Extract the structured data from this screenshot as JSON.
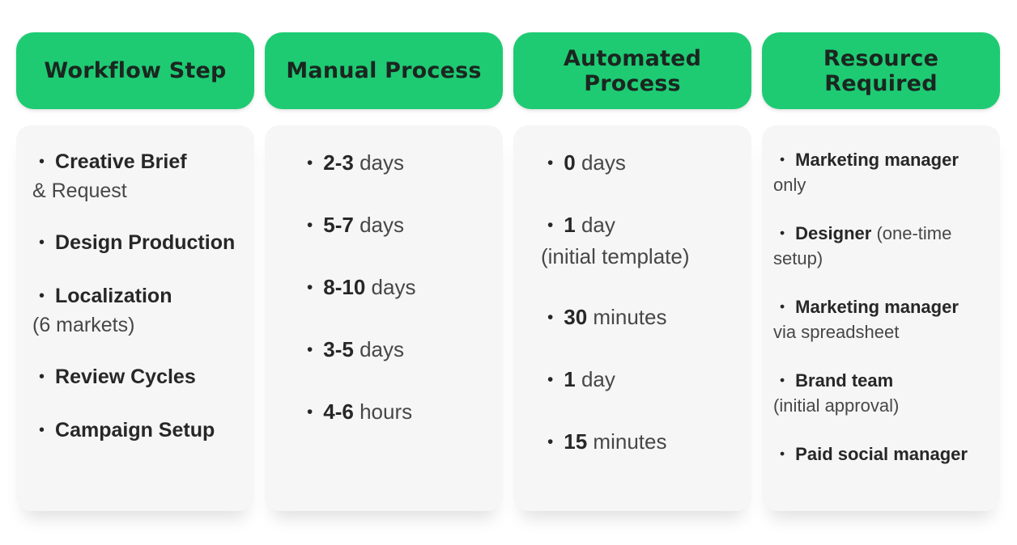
{
  "colors": {
    "page_bg": "#ffffff",
    "header_bg": "#1ecb73",
    "header_text": "#1b2620",
    "card_bg": "#f6f6f6",
    "text_strong": "#272727",
    "text_light": "#474747"
  },
  "table": {
    "bullet": "•",
    "columns": [
      {
        "id": "workflow-step",
        "header_lines": [
          "Workflow Step"
        ],
        "items": [
          {
            "lines": [
              [
                {
                  "t": "Creative Brief",
                  "em": true
                }
              ],
              [
                {
                  "t": "& Request",
                  "em": false
                }
              ]
            ]
          },
          {
            "lines": [
              [
                {
                  "t": "Design Production",
                  "em": true
                }
              ]
            ]
          },
          {
            "lines": [
              [
                {
                  "t": "Localization",
                  "em": true
                }
              ],
              [
                {
                  "t": "(6 markets)",
                  "em": false
                }
              ]
            ]
          },
          {
            "lines": [
              [
                {
                  "t": "Review Cycles",
                  "em": true
                }
              ]
            ]
          },
          {
            "lines": [
              [
                {
                  "t": "Campaign Setup",
                  "em": true
                }
              ]
            ]
          }
        ]
      },
      {
        "id": "manual-process",
        "header_lines": [
          "Manual Process"
        ],
        "items": [
          {
            "lines": [
              [
                {
                  "t": "2-3",
                  "em": true
                },
                {
                  "t": " days",
                  "em": false
                }
              ]
            ]
          },
          {
            "lines": [
              [
                {
                  "t": "5-7",
                  "em": true
                },
                {
                  "t": " days",
                  "em": false
                }
              ]
            ]
          },
          {
            "lines": [
              [
                {
                  "t": "8-10",
                  "em": true
                },
                {
                  "t": " days",
                  "em": false
                }
              ]
            ]
          },
          {
            "lines": [
              [
                {
                  "t": "3-5",
                  "em": true
                },
                {
                  "t": " days",
                  "em": false
                }
              ]
            ]
          },
          {
            "lines": [
              [
                {
                  "t": "4-6",
                  "em": true
                },
                {
                  "t": " hours",
                  "em": false
                }
              ]
            ]
          }
        ]
      },
      {
        "id": "automated-process",
        "header_lines": [
          "Automated",
          "Process"
        ],
        "items": [
          {
            "lines": [
              [
                {
                  "t": "0",
                  "em": true
                },
                {
                  "t": " days",
                  "em": false
                }
              ]
            ]
          },
          {
            "lines": [
              [
                {
                  "t": "1",
                  "em": true
                },
                {
                  "t": " day",
                  "em": false
                }
              ],
              [
                {
                  "t": "(initial template)",
                  "em": false
                }
              ]
            ]
          },
          {
            "lines": [
              [
                {
                  "t": "30",
                  "em": true
                },
                {
                  "t": " minutes",
                  "em": false
                }
              ]
            ]
          },
          {
            "lines": [
              [
                {
                  "t": "1",
                  "em": true
                },
                {
                  "t": " day",
                  "em": false
                }
              ]
            ]
          },
          {
            "lines": [
              [
                {
                  "t": "15",
                  "em": true
                },
                {
                  "t": " minutes",
                  "em": false
                }
              ]
            ]
          }
        ]
      },
      {
        "id": "resource-required",
        "header_lines": [
          "Resource",
          "Required"
        ],
        "items": [
          {
            "lines": [
              [
                {
                  "t": "Marketing manager",
                  "em": true
                }
              ],
              [
                {
                  "t": "only",
                  "em": false
                }
              ]
            ]
          },
          {
            "lines": [
              [
                {
                  "t": "Designer",
                  "em": true
                },
                {
                  "t": " (one-time",
                  "em": false
                }
              ],
              [
                {
                  "t": "setup)",
                  "em": false
                }
              ]
            ]
          },
          {
            "lines": [
              [
                {
                  "t": "Marketing manager",
                  "em": true
                }
              ],
              [
                {
                  "t": "via spreadsheet",
                  "em": false
                }
              ]
            ]
          },
          {
            "lines": [
              [
                {
                  "t": "Brand team",
                  "em": true
                }
              ],
              [
                {
                  "t": "(initial approval)",
                  "em": false
                }
              ]
            ]
          },
          {
            "lines": [
              [
                {
                  "t": "Paid social manager",
                  "em": true
                }
              ]
            ]
          }
        ]
      }
    ]
  },
  "chart_data": {
    "type": "table",
    "columns": [
      "Workflow Step",
      "Manual Process",
      "Automated Process",
      "Resource Required"
    ],
    "rows": [
      [
        "Creative Brief & Request",
        "2-3 days",
        "0 days",
        "Marketing manager only"
      ],
      [
        "Design Production",
        "5-7 days",
        "1 day (initial template)",
        "Designer (one-time setup)"
      ],
      [
        "Localization (6 markets)",
        "8-10 days",
        "30 minutes",
        "Marketing manager via spreadsheet"
      ],
      [
        "Review Cycles",
        "3-5 days",
        "1 day",
        "Brand team (initial approval)"
      ],
      [
        "Campaign Setup",
        "4-6 hours",
        "15 minutes",
        "Paid social manager"
      ]
    ]
  }
}
